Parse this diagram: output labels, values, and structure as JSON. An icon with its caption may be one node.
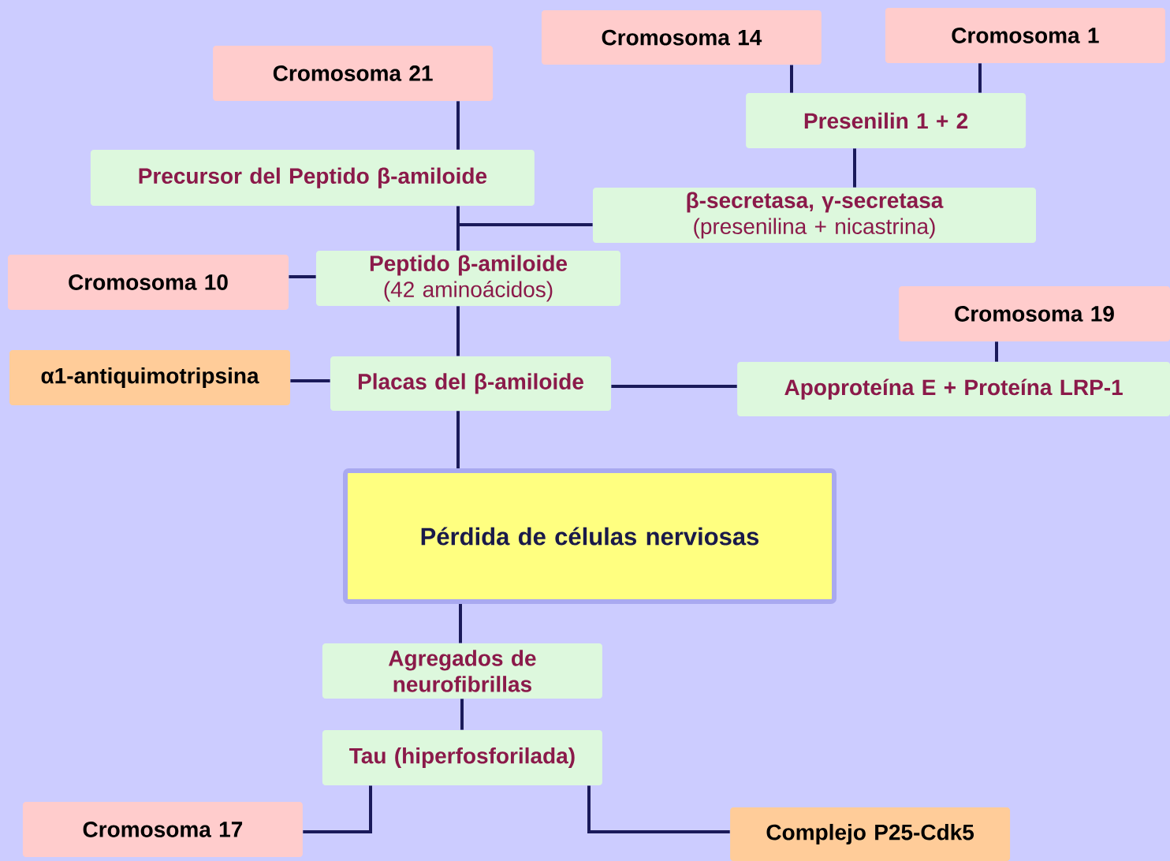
{
  "diagram": {
    "nodes": [
      {
        "text": [
          "Cromosoma 14"
        ]
      },
      {
        "text": [
          "Cromosoma 1"
        ]
      },
      {
        "text": [
          "Cromosoma 21"
        ]
      },
      {
        "text": [
          "Presenilin 1 + 2"
        ]
      },
      {
        "text": [
          "Precursor del Peptido β-amiloide"
        ]
      },
      {
        "text": [
          "β-secretasa, γ-secretasa",
          "(presenilina + nicastrina)"
        ]
      },
      {
        "text": [
          "Cromosoma 10"
        ]
      },
      {
        "text": [
          "**Peptido β-amiloide** (42 aminoácidos)"
        ]
      },
      {
        "text": [
          "Cromosoma 19"
        ]
      },
      {
        "text": [
          "α1-antiquimotripsina"
        ]
      },
      {
        "text": [
          "Placas del β-amiloide"
        ]
      },
      {
        "text": [
          "Apoproteína E + Proteína LRP-1"
        ]
      },
      {
        "text": [
          "Pérdida de células nerviosas"
        ]
      },
      {
        "text": [
          "Agregados de neurofibrillas"
        ]
      },
      {
        "text": [
          "Tau (hiperfosforilada)"
        ]
      },
      {
        "text": [
          "Cromosoma 17"
        ]
      },
      {
        "text": [
          "Complejo  P25-Cdk5"
        ]
      }
    ],
    "edges": [
      {
        "from": 0,
        "to": 3,
        "arrow": "none"
      },
      {
        "from": 1,
        "to": 3,
        "arrow": "none"
      },
      {
        "from": 2,
        "to": 4,
        "arrow": "none"
      },
      {
        "from": 3,
        "to": 5,
        "arrow": "none"
      },
      {
        "from": 4,
        "to": 7,
        "arrow": "none"
      },
      {
        "from": 5,
        "to": 7,
        "arrow": "none"
      },
      {
        "from": 6,
        "to": 7,
        "arrow": "none"
      },
      {
        "from": 7,
        "to": 10,
        "arrow": "none"
      },
      {
        "from": 9,
        "to": 10,
        "arrow": "none"
      },
      {
        "from": 10,
        "to": 11,
        "arrow": "none"
      },
      {
        "from": 8,
        "to": 11,
        "arrow": "none"
      },
      {
        "from": 10,
        "to": 12,
        "arrow": "none"
      },
      {
        "from": 12,
        "to": 13,
        "arrow": "none"
      },
      {
        "from": 13,
        "to": 14,
        "arrow": "none"
      },
      {
        "from": 15,
        "to": 14,
        "arrow": "none"
      },
      {
        "from": 14,
        "to": 16,
        "arrow": "none"
      }
    ]
  }
}
